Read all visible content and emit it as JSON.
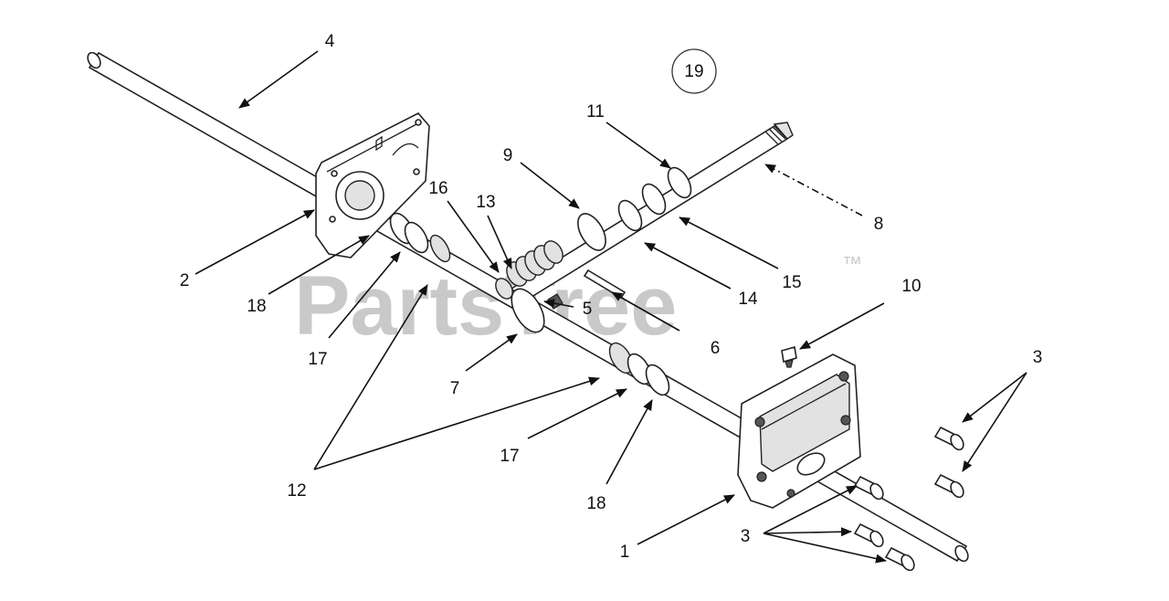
{
  "watermark": {
    "text": "PartsTree",
    "trademark": "™"
  },
  "callouts": {
    "c1": "1",
    "c2": "2",
    "c3a": "3",
    "c3b": "3",
    "c4": "4",
    "c5": "5",
    "c6": "6",
    "c7": "7",
    "c8": "8",
    "c9": "9",
    "c10": "10",
    "c11": "11",
    "c12": "12",
    "c13": "13",
    "c14": "14",
    "c15": "15",
    "c16": "16",
    "c17a": "17",
    "c17b": "17",
    "c18a": "18",
    "c18b": "18",
    "c19": "19"
  }
}
